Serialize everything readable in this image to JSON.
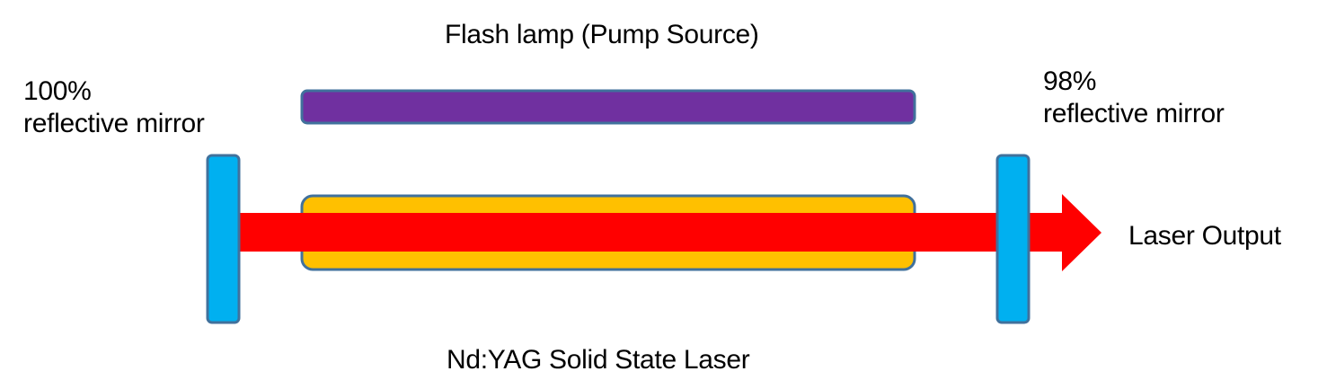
{
  "labels": {
    "pump_source": "Flash lamp (Pump Source)",
    "laser_type": "Nd:YAG Solid State Laser",
    "left_mirror": {
      "line1": "100%",
      "line2": "reflective mirror"
    },
    "right_mirror": {
      "line1": "98%",
      "line2": "reflective mirror"
    },
    "output": "Laser Output"
  },
  "colors": {
    "flash_lamp": "#7030a0",
    "laser_rod": "#ffc000",
    "beam": "#ff0000",
    "mirror": "#00b0f0",
    "outline": "#41719c"
  }
}
